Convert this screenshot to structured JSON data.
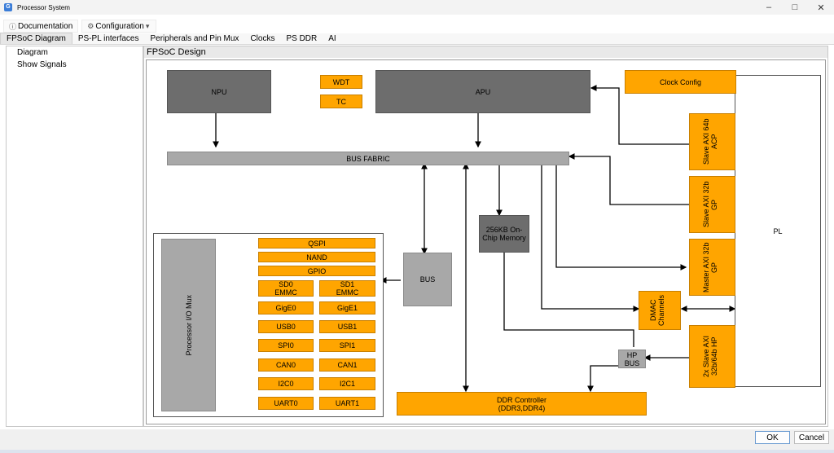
{
  "window": {
    "title": "Processor System",
    "app_icon": "app-icon-g"
  },
  "menubar": {
    "documentation": "Documentation",
    "configuration": "Configuration"
  },
  "tabs": [
    "FPSoC Diagram",
    "PS-PL interfaces",
    "Peripherals and Pin Mux",
    "Clocks",
    "PS DDR",
    "AI"
  ],
  "sidebar": {
    "items": [
      "Diagram",
      "Show Signals"
    ]
  },
  "design": {
    "title": "FPSoC Design",
    "blocks": {
      "npu": "NPU",
      "wdt": "WDT",
      "tc": "TC",
      "apu": "APU",
      "clock_config": "Clock Config",
      "bus_fabric": "BUS FABRIC",
      "pl": "PL",
      "slave_axi_acp": "Slave AXI 64b ACP",
      "slave_axi_gp": "Slave AXI 32b GP",
      "master_axi_gp": "Master AXI 32b GP",
      "dmac": "DMAC Channels",
      "hp_slave_axi": "2x Slave AXI 32b/64b HP",
      "ocm": "256KB On-Chip Memory",
      "bus": "BUS",
      "hp_bus": "HP BUS",
      "ddr_controller": "DDR Controller (DDR3,DDR4)",
      "io_mux": "Processor I/O Mux",
      "qspi": "QSPI",
      "nand": "NAND",
      "gpio": "GPIO",
      "sd0": "SD0 EMMC",
      "sd1": "SD1 EMMC",
      "gige0": "GigE0",
      "gige1": "GigE1",
      "usb0": "USB0",
      "usb1": "USB1",
      "spi0": "SPI0",
      "spi1": "SPI1",
      "can0": "CAN0",
      "can1": "CAN1",
      "i2c0": "I2C0",
      "i2c1": "I2C1",
      "uart0": "UART0",
      "uart1": "UART1"
    }
  },
  "footer": {
    "ok": "OK",
    "cancel": "Cancel"
  },
  "colors": {
    "orange_block": "#ffa500",
    "dark_block": "#6d6d6d",
    "gray_block": "#a8a8a8"
  }
}
